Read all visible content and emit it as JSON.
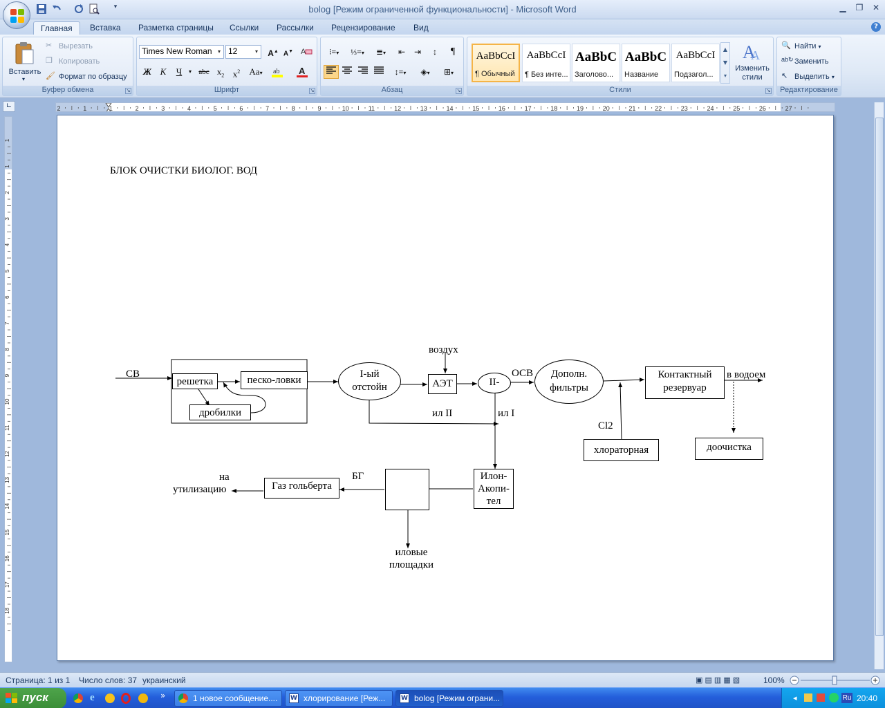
{
  "window": {
    "title": "bolog [Режим ограниченной функциональности] - Microsoft Word",
    "controls": [
      "minimize",
      "maximize",
      "close"
    ]
  },
  "tabs": [
    "Главная",
    "Вставка",
    "Разметка страницы",
    "Ссылки",
    "Рассылки",
    "Рецензирование",
    "Вид"
  ],
  "ribbon": {
    "clipboard": {
      "label": "Буфер обмена",
      "paste": "Вставить",
      "cut": "Вырезать",
      "copy": "Копировать",
      "format_painter": "Формат по образцу"
    },
    "font": {
      "label": "Шрифт",
      "font_name": "Times New Roman",
      "font_size": "12"
    },
    "paragraph": {
      "label": "Абзац"
    },
    "styles": {
      "label": "Стили",
      "items": [
        {
          "sample": "AaBbCcI",
          "name": "¶ Обычный"
        },
        {
          "sample": "AaBbCcI",
          "name": "¶ Без инте..."
        },
        {
          "sample": "AaBbC",
          "name": "Заголово..."
        },
        {
          "sample": "AaBbC",
          "name": "Название"
        },
        {
          "sample": "AaBbCcI",
          "name": "Подзагол..."
        }
      ],
      "change_styles": "Изменить стили"
    },
    "editing": {
      "label": "Редактирование",
      "find": "Найти",
      "replace": "Заменить",
      "select": "Выделить"
    }
  },
  "ruler": {
    "h_labels": [
      "2",
      "1",
      "1",
      "2",
      "3",
      "4",
      "5",
      "6",
      "7",
      "8",
      "9",
      "10",
      "11",
      "12",
      "13",
      "14",
      "15",
      "16",
      "17",
      "18",
      "19",
      "20",
      "21",
      "22",
      "23",
      "24",
      "25",
      "26",
      "27"
    ],
    "v_labels": [
      "1",
      "1",
      "2",
      "3",
      "4",
      "5",
      "6",
      "7",
      "8",
      "9",
      "10",
      "11",
      "12",
      "13",
      "14",
      "15",
      "16",
      "17",
      "18"
    ]
  },
  "document": {
    "heading": "БЛОК ОЧИСТКИ БИОЛОГ. ВОД",
    "diagram": {
      "sv": "СВ",
      "reshetka": "решетка",
      "pesko": "песко-ловки",
      "drobilki": "дробилки",
      "otstoy1_a": "I-ый",
      "otstoy1_b": "отстойн",
      "vozduh": "воздух",
      "aet": "АЭТ",
      "otstoy2": "II-",
      "osv": "ОСВ",
      "filtry_a": "Дополн.",
      "filtry_b": "фильтры",
      "rezervuar_a": "Контактный",
      "rezervuar_b": "резервуар",
      "v_vodoem": "в водоем",
      "il2": "ил II",
      "il1": "ил I",
      "cl2": "Cl2",
      "hlor": "хлораторная",
      "doochistka": "доочистка",
      "na": "на",
      "utilizaciyu": "утилизацию",
      "gaz": "Газ гольберта",
      "bg": "БГ",
      "ilon_a": "Илон-",
      "ilon_b": "Акопи-",
      "ilon_c": "тел",
      "ilovye_a": "иловые",
      "ilovye_b": "площадки"
    }
  },
  "status": {
    "page": "Страница: 1 из 1",
    "words": "Число слов: 37",
    "language": "украинский",
    "zoom": "100%"
  },
  "taskbar": {
    "start": "пуск",
    "items": [
      "1 новое сообщение....",
      "хлорирование [Реж...",
      "bolog [Режим ограни..."
    ],
    "lang": "RU",
    "time": "20:40"
  },
  "colors": {
    "accent": "#2b579a",
    "ribbon_bg": "#dfe9f6",
    "selected_style": "#ffe6b0"
  }
}
